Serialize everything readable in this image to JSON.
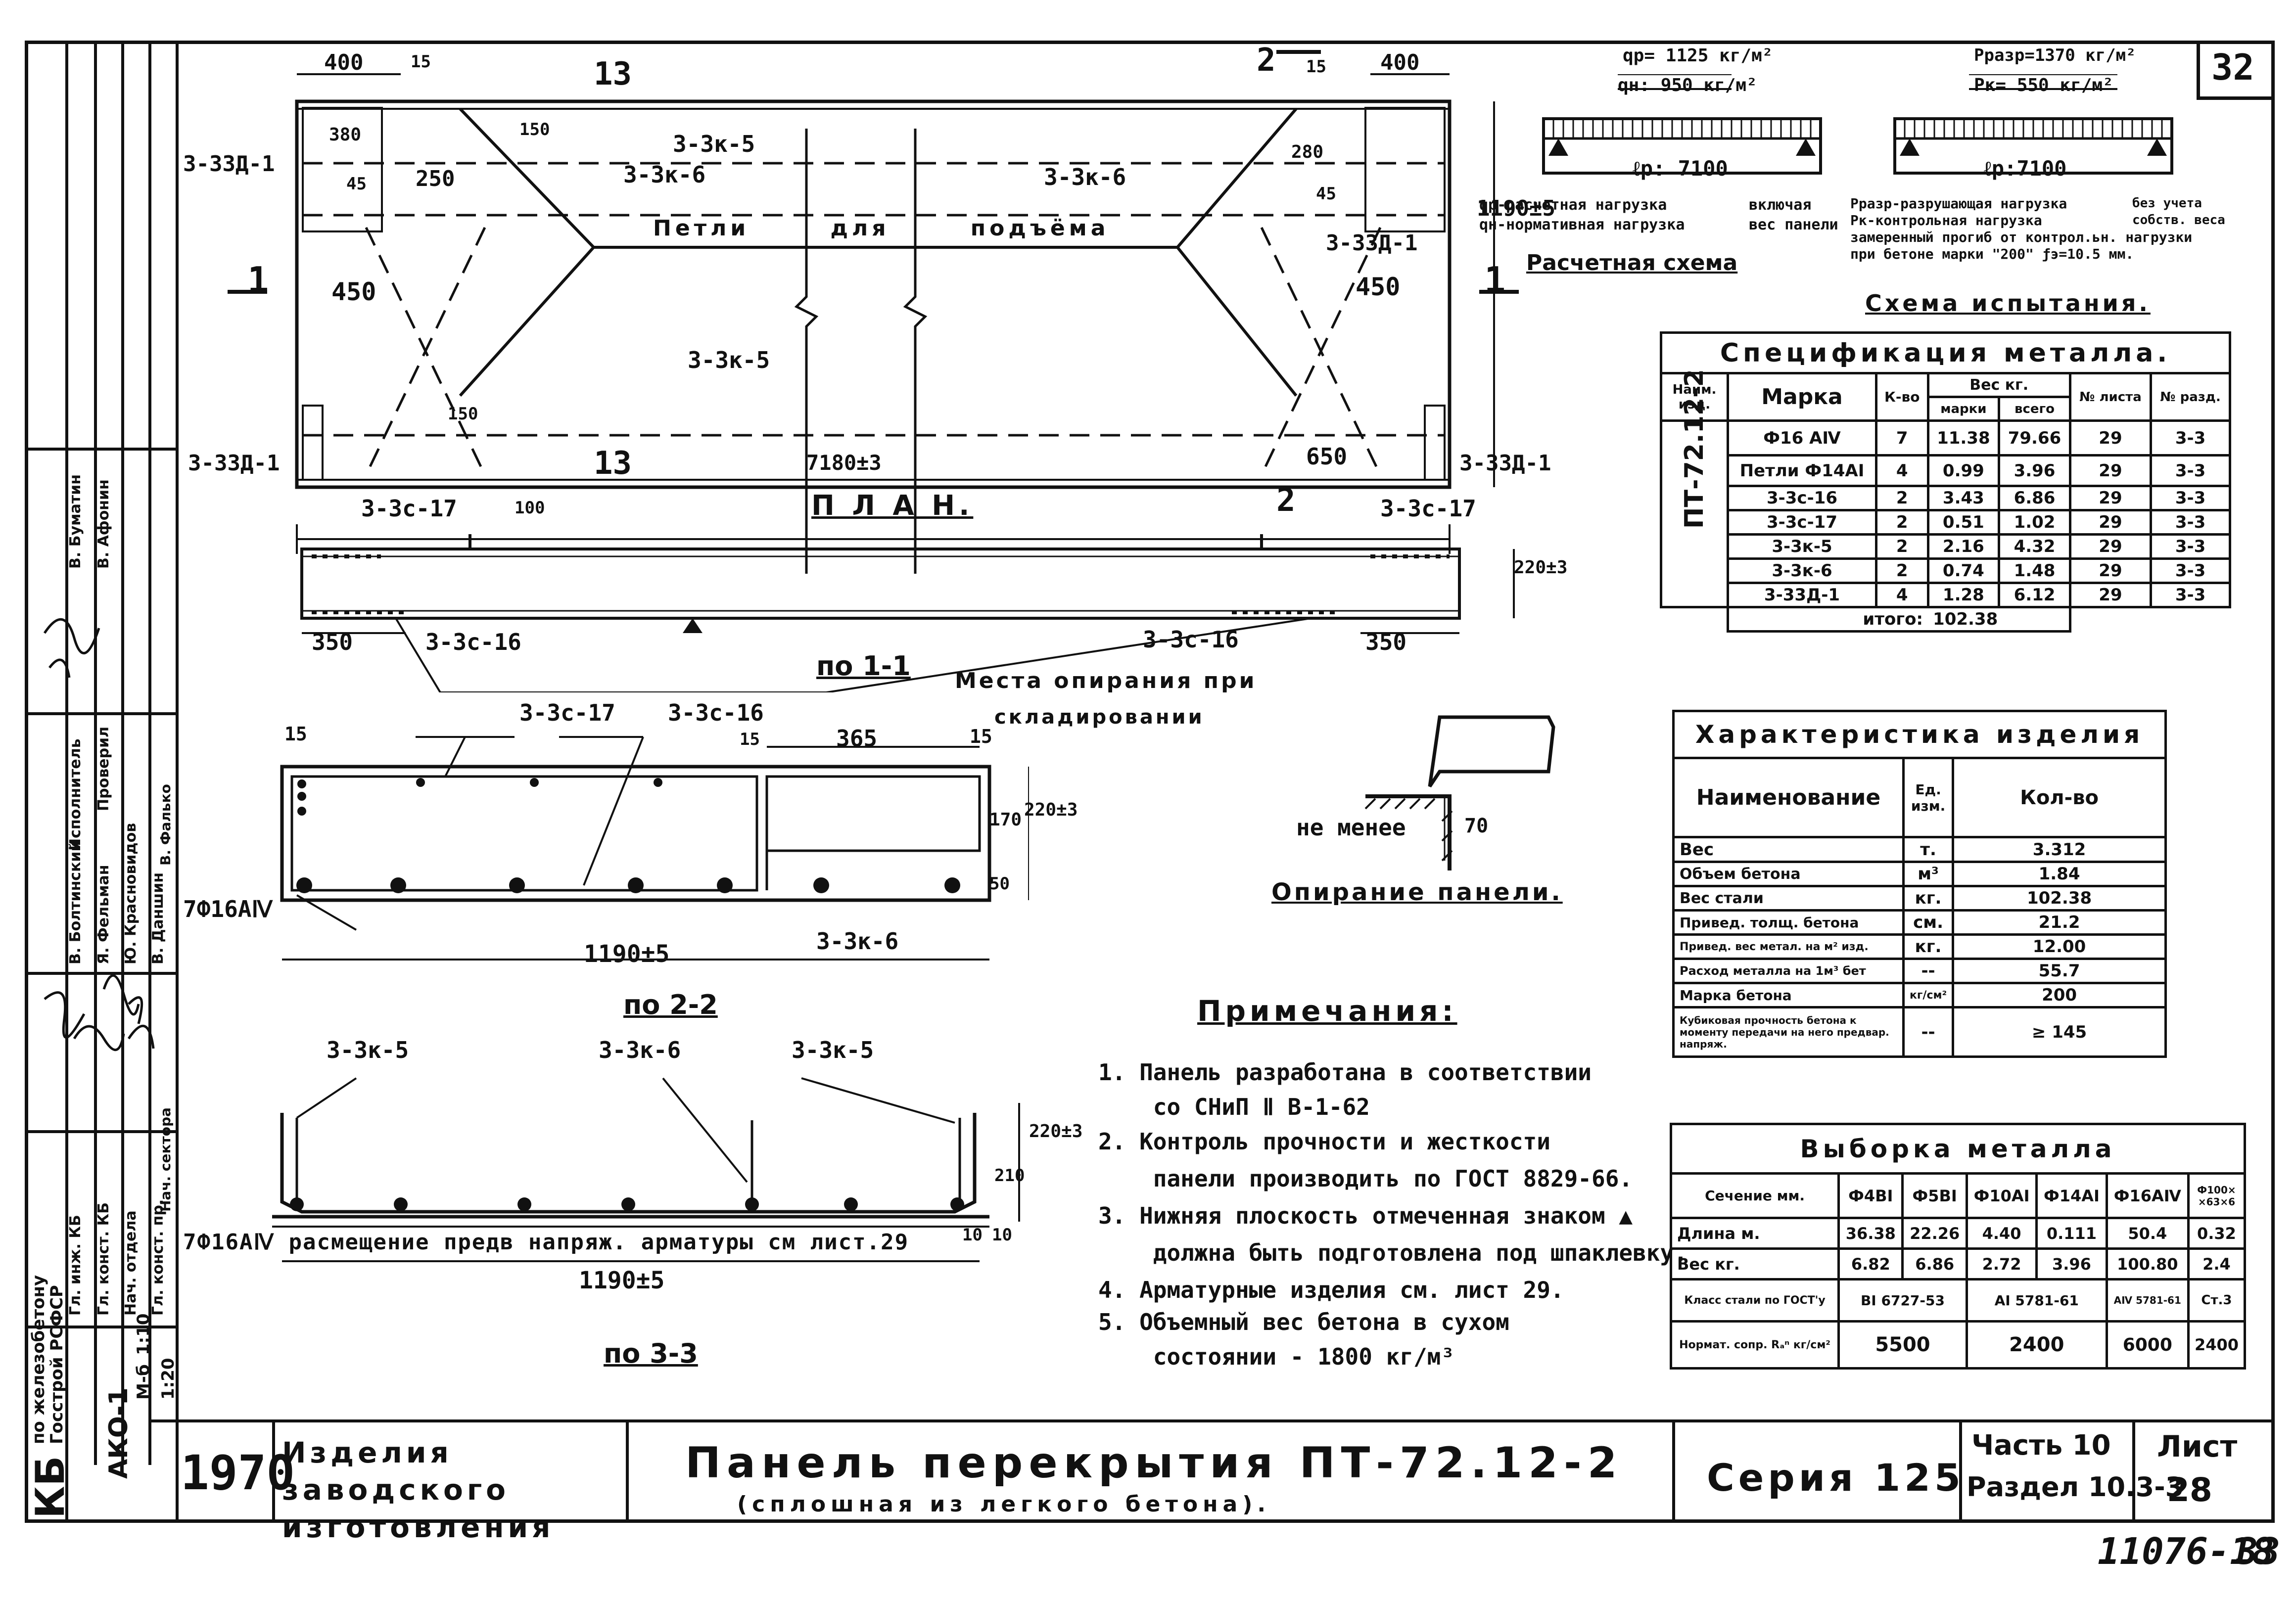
{
  "sheet_number_top": "32",
  "stamp_number": "11076-18",
  "stamp_page": "33",
  "plan": {
    "caption": "П Л А Н.",
    "loop_label": "Петли       для       подъёма",
    "dim_400_left": "400",
    "dim_15_left": "15",
    "dim_13_top": "13",
    "dim_13_bottom": "13",
    "dim_2_top": "2",
    "dim_15_right": "15",
    "dim_400_right": "400",
    "dim_380": "380",
    "dim_150_top": "150",
    "dim_250": "250",
    "dim_45_left": "45",
    "dim_450_left": "450",
    "dim_450_right": "450",
    "dim_150_bottom": "150",
    "dim_280": "280",
    "dim_45_right": "45",
    "dim_1190": "1190±5",
    "dim_7180": "7180±3",
    "dim_650": "650",
    "section_1_left": "1",
    "section_1_right": "1",
    "lbl_33d1_tl": "3-33Д-1",
    "lbl_33d1_bl": "3-33Д-1",
    "lbl_33d1_r": "3-33Д-1",
    "lbl_33d1_br": "3-33Д-1",
    "lbl_3k5_top": "3-3к-5",
    "lbl_3k6_left": "3-3к-6",
    "lbl_3k6_right": "3-3к-6",
    "lbl_3k5_bottom": "3-3к-5"
  },
  "section11": {
    "caption": "по 1-1",
    "lbl_3c17_left": "3-3с-17",
    "lbl_3c17_right": "3-3с-17",
    "dim_100": "100",
    "dim_2": "2",
    "dim_220": "220±3",
    "dim_350_left": "350",
    "dim_350_right": "350",
    "lbl_3c16_left": "3-3с-16",
    "lbl_3c16_right": "3-3с-16",
    "support_note_1": "Места опирания при",
    "support_note_2": "складировании"
  },
  "section22": {
    "caption": "по 2-2",
    "lbl_3c17": "3-3с-17",
    "lbl_3c16": "3-3с-16",
    "dim_15a": "15",
    "dim_15b": "15",
    "dim_15c": "15",
    "dim_365": "365",
    "dim_170": "170",
    "dim_50": "50",
    "dim_220": "220±3",
    "rebar_note": "7Ф16АⅣ",
    "lbl_3k6": "3-3к-6",
    "dim_1190": "1190±5"
  },
  "section33": {
    "caption": "по 3-3",
    "lbl_3k5_left": "3-3к-5",
    "lbl_3k6": "3-3к-6",
    "lbl_3k5_right": "3-3к-5",
    "dim_210": "210",
    "dim_10a": "10",
    "dim_10b": "10",
    "dim_220": "220±3",
    "rebar_note": "7Ф16АⅣ расмещение  предв  напряж.  арматуры см лист.29",
    "dim_1190": "1190±5"
  },
  "support": {
    "note": "не менее",
    "dim_70": "70",
    "caption": "Опирание панели."
  },
  "calc_scheme": {
    "qp": "qр= 1125 кг/м²",
    "qn": "qн: 950 кг/м²",
    "lp": "ℓр: 7100",
    "legend_1": "qр-расчетная нагрузка",
    "legend_2": "qн-нормативная нагрузка",
    "legend_3": "включая",
    "legend_4": "вес панели",
    "caption": "Расчетная схема"
  },
  "test_scheme": {
    "pcrack": "Рразр=1370 кг/м²",
    "pk": "Рк= 550 кг/м²",
    "lp": "ℓр:7100",
    "legend_1": "Рразр-разрушающая нагрузка",
    "legend_2": "Рк-контрольная нагрузка",
    "legend_3": "замеренный прогиб от контрол.ьн. нагрузки",
    "legend_4": "при бетоне марки \"200\" ƒэ=10.5 мм.",
    "legend_5": "без учета",
    "legend_6": "собств. веса",
    "caption": "Схема испытания."
  },
  "spec": {
    "title": "Спецификация   металла.",
    "h_name": "Наим. изд.",
    "h_mark": "Марка",
    "h_qty": "К-во",
    "h_weight": "Вес кг.",
    "h_each": "марки",
    "h_total": "всего",
    "h_sheet": "№ листа",
    "h_section": "№ разд.",
    "product": "ПТ-72.12-2",
    "rows": [
      [
        "Ф16 АⅣ",
        "7",
        "11.38",
        "79.66",
        "29",
        "3-3"
      ],
      [
        "Петли Ф14АⅠ",
        "4",
        "0.99",
        "3.96",
        "29",
        "3-3"
      ],
      [
        "3-3с-16",
        "2",
        "3.43",
        "6.86",
        "29",
        "3-3"
      ],
      [
        "3-3с-17",
        "2",
        "0.51",
        "1.02",
        "29",
        "3-3"
      ],
      [
        "3-3к-5",
        "2",
        "2.16",
        "4.32",
        "29",
        "3-3"
      ],
      [
        "3-3к-6",
        "2",
        "0.74",
        "1.48",
        "29",
        "3-3"
      ],
      [
        "3-33Д-1",
        "4",
        "1.28",
        "6.12",
        "29",
        "3-3"
      ]
    ],
    "total_label": "итого:",
    "total_value": "102.38"
  },
  "char": {
    "title": "Характеристика изделия",
    "h_name": "Наименование",
    "h_unit": "Ед. изм.",
    "h_qty": "Кол-во",
    "rows": [
      [
        "Вес",
        "т.",
        "3.312"
      ],
      [
        "Объем бетона",
        "м³",
        "1.84"
      ],
      [
        "Вес стали",
        "кг.",
        "102.38"
      ],
      [
        "Привед. толщ. бетона",
        "см.",
        "21.2"
      ],
      [
        "Привед. вес метал. на м² изд.",
        "кг.",
        "12.00"
      ],
      [
        "Расход металла на 1м³ бет",
        "--",
        "55.7"
      ],
      [
        "Марка бетона",
        "кг/см²",
        "200"
      ],
      [
        "Кубиковая прочность бетона к моменту передачи на него предвар. напряж.",
        "--",
        "≥ 145"
      ]
    ]
  },
  "select": {
    "title": "Выборка   металла",
    "headers": [
      "Сечение мм.",
      "Ф4ВⅠ",
      "Ф5ВⅠ",
      "Ф10АⅠ",
      "Ф14АⅠ",
      "Ф16АⅣ",
      "Ф100× ×63×6"
    ],
    "rows": [
      [
        "Длина м.",
        "36.38",
        "22.26",
        "4.40",
        "0.111",
        "50.4",
        "0.32"
      ],
      [
        "Вес кг.",
        "6.82",
        "6.86",
        "2.72",
        "3.96",
        "100.80",
        "2.4"
      ]
    ],
    "class_label": "Класс стали по ГОСТ'у",
    "class_b1": "ВⅠ 6727-53",
    "class_a1": "АⅠ 5781-61",
    "class_a4": "АⅣ 5781-61",
    "class_st3": "Ст.3",
    "norm_label": "Нормат. сопр. Rₐⁿ кг/см²",
    "norm_b1": "5500",
    "norm_a1": "2400",
    "norm_a4": "6000",
    "norm_st3": "2400"
  },
  "notes": {
    "title": "Примечания:",
    "lines": [
      "1. Панель разработана в соответствии",
      "    со СНиП Ⅱ В-1-62",
      "2. Контроль прочности и жесткости",
      "    панели производить по ГОСТ 8829-66.",
      "3. Нижняя плоскость отмеченная знаком ▲",
      "    должна быть подготовлена под шпаклевку.",
      "4. Арматурные изделия см. лист 29.",
      "5. Объемный вес бетона в сухом",
      "    состоянии - 1800 кг/м³"
    ]
  },
  "sidebar": {
    "org_1": "по железобетону",
    "org_2": "Госстрой РСФСР",
    "org_abbr": "КБ",
    "code": "АКО-1",
    "scale_label": "М-б",
    "scale_1": "1:10",
    "scale_2": "1:20",
    "roles": [
      "Гл. инж. КБ",
      "Гл. конст. КБ",
      "Нач. отдела",
      "Гл. конст. пр.",
      "Нач. сектора"
    ],
    "names": [
      "В. Болтинский",
      "Я. Фельман",
      "Ю. Красновидов",
      "В. Даншин",
      "В. Фалько"
    ],
    "exec_label": "Исполнитель",
    "check_label": "Проверил",
    "exec_name_1": "В. Буматин",
    "exec_name_2": "В. Афонин"
  },
  "title_block": {
    "year": "1970",
    "category": "Изделия заводского изготовления",
    "title": "Панель перекрытия ПТ-72.12-2",
    "subtitle": "(сплошная из легкого бетона).",
    "series": "Серия 125",
    "part": "Часть 10",
    "section": "Раздел 10.3-3",
    "sheet_label": "Лист",
    "sheet_no": "28"
  }
}
